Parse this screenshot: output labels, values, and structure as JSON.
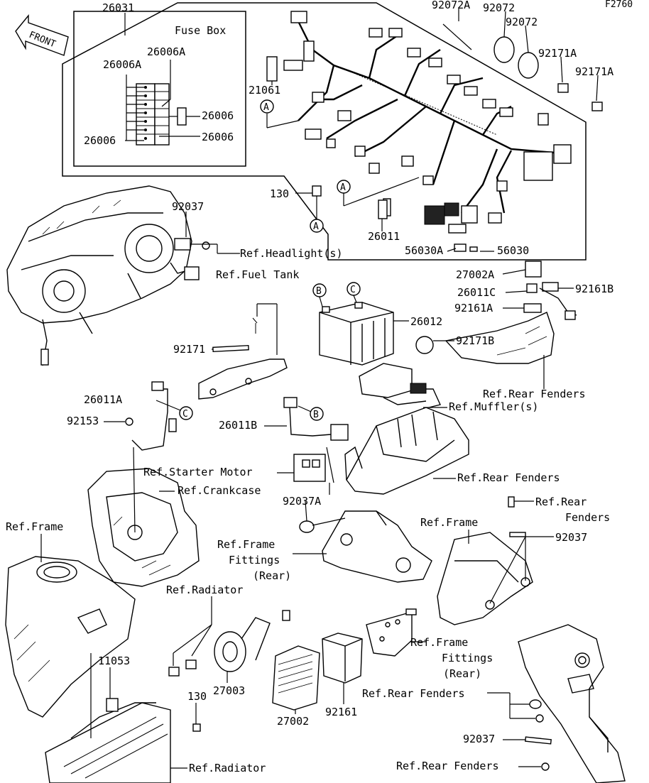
{
  "figure_id": "F2760",
  "front_label": "FRONT",
  "fuse_box": {
    "title": "Fuse Box",
    "labels": [
      "26006A",
      "26006A",
      "26006",
      "26006",
      "26006"
    ]
  },
  "circle_refs": [
    "A",
    "A",
    "A",
    "B",
    "C",
    "B",
    "C"
  ],
  "part_labels": [
    "26031",
    "92072A",
    "92072",
    "92072",
    "92171A",
    "92171A",
    "21061",
    "130",
    "92037",
    "26011",
    "56030A",
    "56030",
    "27002A",
    "26011C",
    "92161B",
    "92161A",
    "26012",
    "92171B",
    "92171",
    "26011A",
    "92153",
    "26011B",
    "92037A",
    "92037",
    "11053",
    "27003",
    "130",
    "27002",
    "92161",
    "92037"
  ],
  "ref_labels": [
    "Ref.Headlight(s)",
    "Ref.Fuel Tank",
    "Ref.Rear Fenders",
    "Ref.Muffler(s)",
    "Ref.Starter Motor",
    "Ref.Rear Fenders",
    "Ref.Crankcase",
    "Ref.Rear",
    "Fenders",
    "Ref.Frame",
    "Ref.Frame",
    "Ref.Frame",
    "Fittings",
    "(Rear)",
    "Ref.Radiator",
    "Ref.Frame",
    "Fittings",
    "(Rear)",
    "Ref.Rear Fenders",
    "Ref.Radiator",
    "Ref.Rear Fenders"
  ]
}
